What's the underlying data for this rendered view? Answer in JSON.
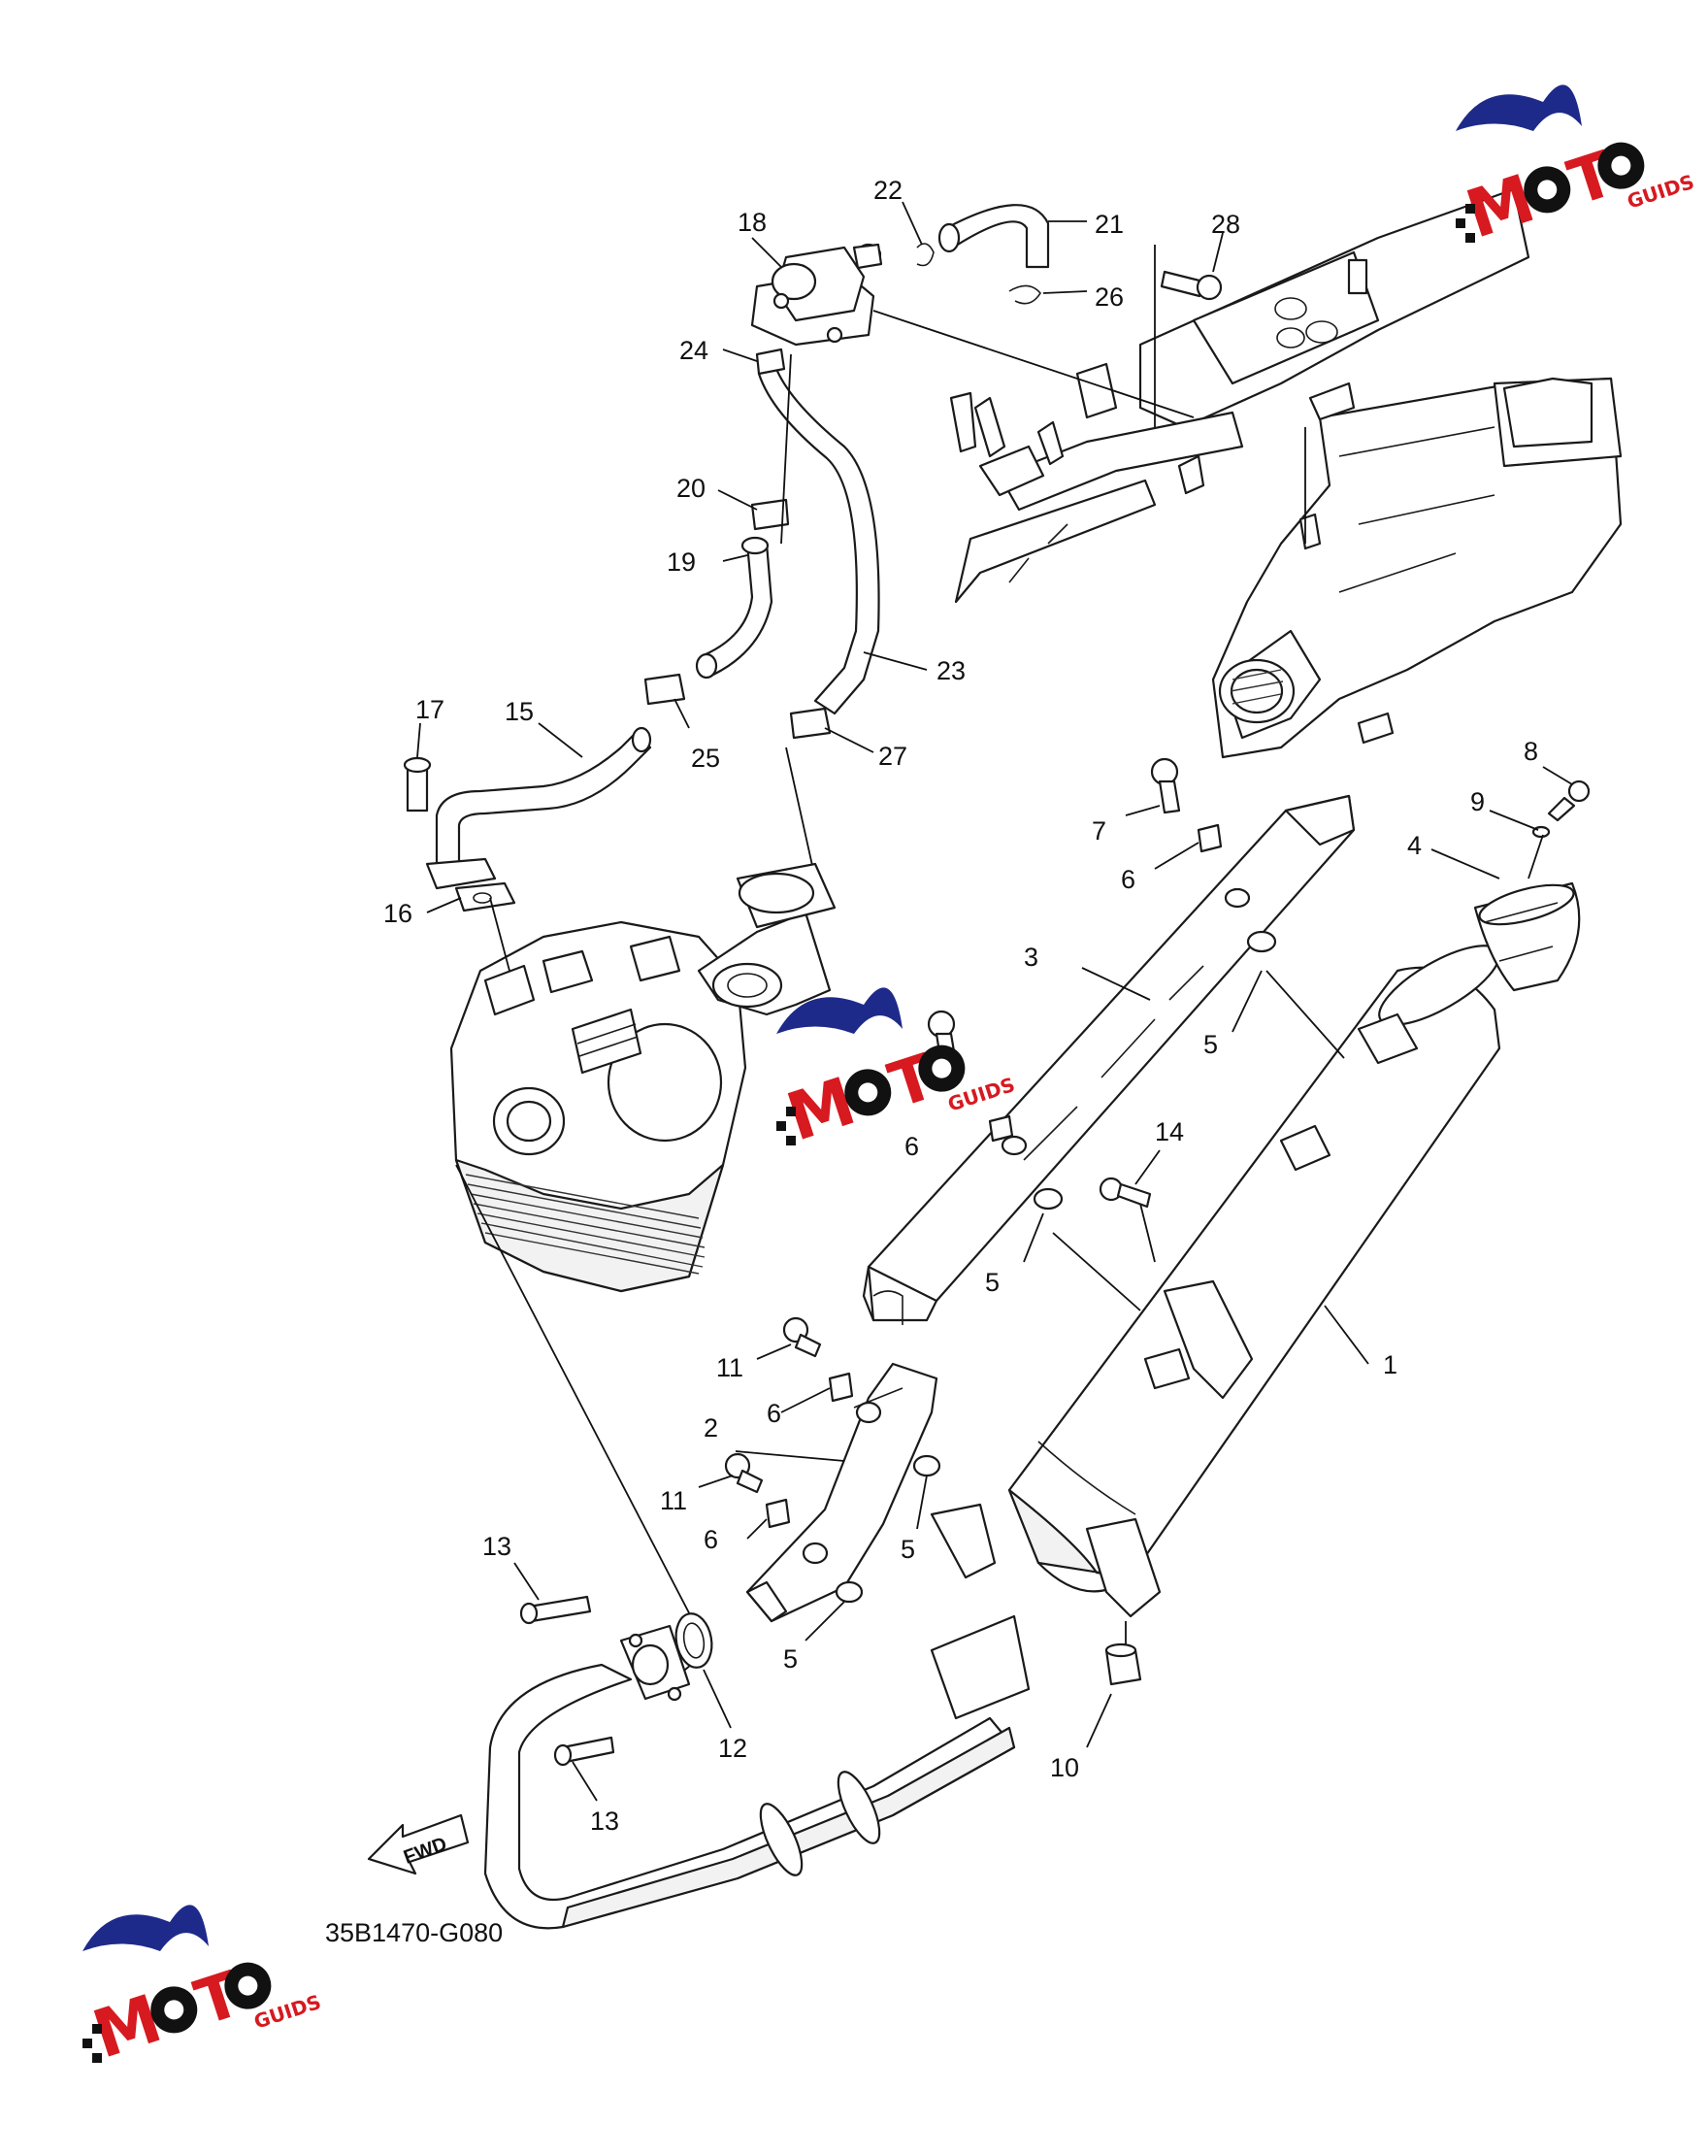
{
  "diagram": {
    "code": "35B1470-G080",
    "fwd_label": "FWD",
    "callouts": [
      {
        "id": "c1",
        "label": "1"
      },
      {
        "id": "c2",
        "label": "2"
      },
      {
        "id": "c3",
        "label": "3"
      },
      {
        "id": "c4",
        "label": "4"
      },
      {
        "id": "c5a",
        "label": "5"
      },
      {
        "id": "c5b",
        "label": "5"
      },
      {
        "id": "c5c",
        "label": "5"
      },
      {
        "id": "c5d",
        "label": "5"
      },
      {
        "id": "c6a",
        "label": "6"
      },
      {
        "id": "c6b",
        "label": "6"
      },
      {
        "id": "c6c",
        "label": "6"
      },
      {
        "id": "c6d",
        "label": "6"
      },
      {
        "id": "c7",
        "label": "7"
      },
      {
        "id": "c8",
        "label": "8"
      },
      {
        "id": "c9",
        "label": "9"
      },
      {
        "id": "c10",
        "label": "10"
      },
      {
        "id": "c11a",
        "label": "11"
      },
      {
        "id": "c11b",
        "label": "11"
      },
      {
        "id": "c12",
        "label": "12"
      },
      {
        "id": "c13a",
        "label": "13"
      },
      {
        "id": "c13b",
        "label": "13"
      },
      {
        "id": "c14",
        "label": "14"
      },
      {
        "id": "c15",
        "label": "15"
      },
      {
        "id": "c16",
        "label": "16"
      },
      {
        "id": "c17",
        "label": "17"
      },
      {
        "id": "c18",
        "label": "18"
      },
      {
        "id": "c19",
        "label": "19"
      },
      {
        "id": "c20",
        "label": "20"
      },
      {
        "id": "c21",
        "label": "21"
      },
      {
        "id": "c22",
        "label": "22"
      },
      {
        "id": "c23",
        "label": "23"
      },
      {
        "id": "c24",
        "label": "24"
      },
      {
        "id": "c25",
        "label": "25"
      },
      {
        "id": "c26",
        "label": "26"
      },
      {
        "id": "c27",
        "label": "27"
      },
      {
        "id": "c28",
        "label": "28"
      }
    ]
  },
  "watermark": {
    "brand_big": "MOTO",
    "brand_small": "GUIDS",
    "colors": {
      "swoosh": "#1e2a8a",
      "red": "#d71920",
      "black": "#111111"
    }
  }
}
